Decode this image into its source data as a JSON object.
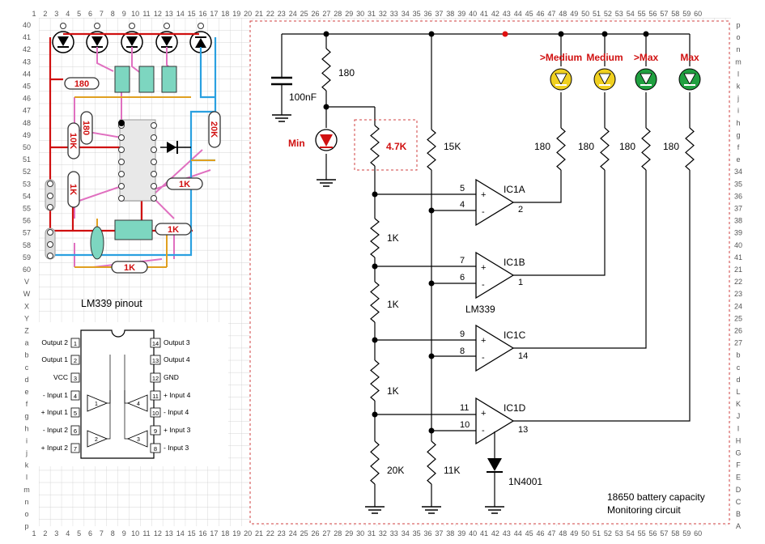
{
  "grid": {
    "top_numbers": [
      "1",
      "2",
      "3",
      "4",
      "5",
      "6",
      "7",
      "8",
      "9",
      "10",
      "11",
      "12",
      "13",
      "14",
      "15",
      "16",
      "17",
      "18",
      "19",
      "20",
      "21",
      "22",
      "23",
      "24",
      "25",
      "26",
      "27",
      "28",
      "29",
      "30",
      "31",
      "32",
      "33",
      "34",
      "35",
      "36",
      "37",
      "38",
      "39",
      "40",
      "41",
      "42",
      "43",
      "44",
      "45",
      "46",
      "47",
      "48",
      "49",
      "50",
      "51",
      "52",
      "53",
      "54",
      "55",
      "56",
      "57",
      "58",
      "59",
      "60"
    ],
    "left_labels": [
      "40",
      "41",
      "42",
      "43",
      "44",
      "45",
      "46",
      "47",
      "48",
      "49",
      "50",
      "51",
      "52",
      "53",
      "54",
      "55",
      "56",
      "57",
      "58",
      "59",
      "60",
      "V",
      "W",
      "X",
      "Y",
      "Z",
      "a",
      "b",
      "c",
      "d",
      "e",
      "f",
      "g",
      "h",
      "i",
      "j",
      "k",
      "l",
      "m",
      "n",
      "o",
      "p"
    ],
    "right_labels": [
      "p",
      "o",
      "n",
      "m",
      "l",
      "k",
      "j",
      "i",
      "h",
      "g",
      "f",
      "e",
      "34",
      "35",
      "36",
      "37",
      "38",
      "39",
      "40",
      "41",
      "21",
      "22",
      "23",
      "24",
      "25",
      "26",
      "27",
      "b",
      "c",
      "d",
      "L",
      "K",
      "J",
      "I",
      "H",
      "G",
      "F",
      "E",
      "D",
      "C",
      "B",
      "A"
    ]
  },
  "layout_board": {
    "resistors": [
      "180",
      "180",
      "10K",
      "1K",
      "1K",
      "1K",
      "1K",
      "20K"
    ],
    "pinout_title": "LM339 pinout"
  },
  "pinout": {
    "left_pins": [
      {
        "num": "1",
        "label": "Output 2"
      },
      {
        "num": "2",
        "label": "Output 1"
      },
      {
        "num": "3",
        "label": "VCC"
      },
      {
        "num": "4",
        "label": "- Input 1"
      },
      {
        "num": "5",
        "label": "+ Input 1"
      },
      {
        "num": "6",
        "label": "- Input 2"
      },
      {
        "num": "7",
        "label": "+ Input 2"
      }
    ],
    "right_pins": [
      {
        "num": "14",
        "label": "Output 3"
      },
      {
        "num": "13",
        "label": "Output 4"
      },
      {
        "num": "12",
        "label": "GND"
      },
      {
        "num": "11",
        "label": "+ Input 4"
      },
      {
        "num": "10",
        "label": "- Input 4"
      },
      {
        "num": "9",
        "label": "+ Input 3"
      },
      {
        "num": "8",
        "label": "- Input 3"
      }
    ],
    "amp_labels": [
      "1",
      "2",
      "3",
      "4"
    ]
  },
  "schematic": {
    "cap_label": "100nF",
    "r_top": "180",
    "led_min": "Min",
    "r_47k": "4.7K",
    "r_15k": "15K",
    "r_1k_a": "1K",
    "r_1k_b": "1K",
    "r_1k_c": "1K",
    "r_20k": "20K",
    "r_11k": "11K",
    "ic1a": "IC1A",
    "ic1b": "IC1B",
    "ic1c": "IC1C",
    "ic1d": "IC1D",
    "chip": "LM339",
    "diode": "1N4001",
    "pins": {
      "a_plus": "5",
      "a_minus": "4",
      "a_out": "2",
      "b_plus": "7",
      "b_minus": "6",
      "b_out": "1",
      "c_plus": "9",
      "c_minus": "8",
      "c_out": "14",
      "d_plus": "11",
      "d_minus": "10",
      "d_out": "13"
    },
    "leds": [
      {
        "label": ">Medium",
        "color": "#f0d020",
        "text_color": "#d01010"
      },
      {
        "label": "Medium",
        "color": "#f0d020",
        "text_color": "#d01010"
      },
      {
        "label": ">Max",
        "color": "#20a040",
        "text_color": "#d01010"
      },
      {
        "label": "Max",
        "color": "#20a040",
        "text_color": "#d01010"
      }
    ],
    "led_resistors": [
      "180",
      "180",
      "180",
      "180"
    ],
    "caption_line1": "18650 battery capacity",
    "caption_line2": "Monitoring circuit"
  },
  "colors": {
    "red": "#d01010",
    "pink": "#e070c0",
    "blue": "#2aa0e0",
    "orange": "#e0a020",
    "teal": "#80d0c0"
  }
}
